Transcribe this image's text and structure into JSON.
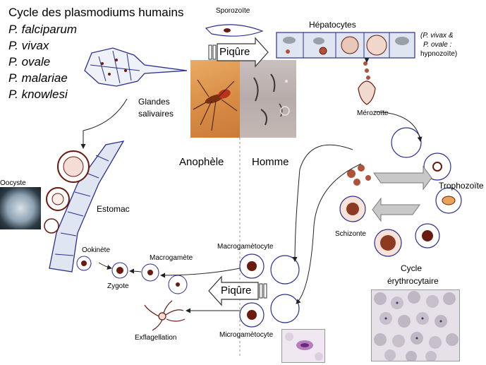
{
  "title": "Cycle des plasmodiums humains",
  "species": [
    "P. falciparum",
    "P. vivax",
    "P. ovale",
    "P. malariae",
    "P. knowlesi"
  ],
  "labels": {
    "sporozoite": "Sporozoïte",
    "hepatocytes": "Hépatocytes",
    "hypnozoite_line1": "(P. vivax &",
    "hypnozoite_line2": "P. ovale :",
    "hypnozoite_line3": "hypnozoïte)",
    "piqure_top": "Piqûre",
    "piqure_bottom": "Piqûre",
    "glandes_line1": "Glandes",
    "glandes_line2": "salivaires",
    "merozoite": "Mérozoïte",
    "anophele": "Anophèle",
    "homme": "Homme",
    "oocyste": "Oocyste",
    "estomac": "Estomac",
    "trophozoite": "Trophozoïte",
    "schizonte": "Schizonte",
    "cycle_line1": "Cycle",
    "cycle_line2": "érythrocytaire",
    "ookinete": "Ookinète",
    "macrogamete": "Macrogamète",
    "macrogametocyte": "Macrogamètocyte",
    "zygote": "Zygote",
    "microgametocyte": "Microgamètocyte",
    "exflagellation": "Exflagellation"
  },
  "colors": {
    "outline": "#2b2f8f",
    "parasite": "#6b1a0f",
    "parasite_fill": "#b0523a",
    "cell_fill": "#dfe6f2",
    "nucleus": "#9aa0a8",
    "skin": "#d8934a",
    "micro": "#bfb7c4",
    "arrow_gray": "#c8c8c8"
  }
}
